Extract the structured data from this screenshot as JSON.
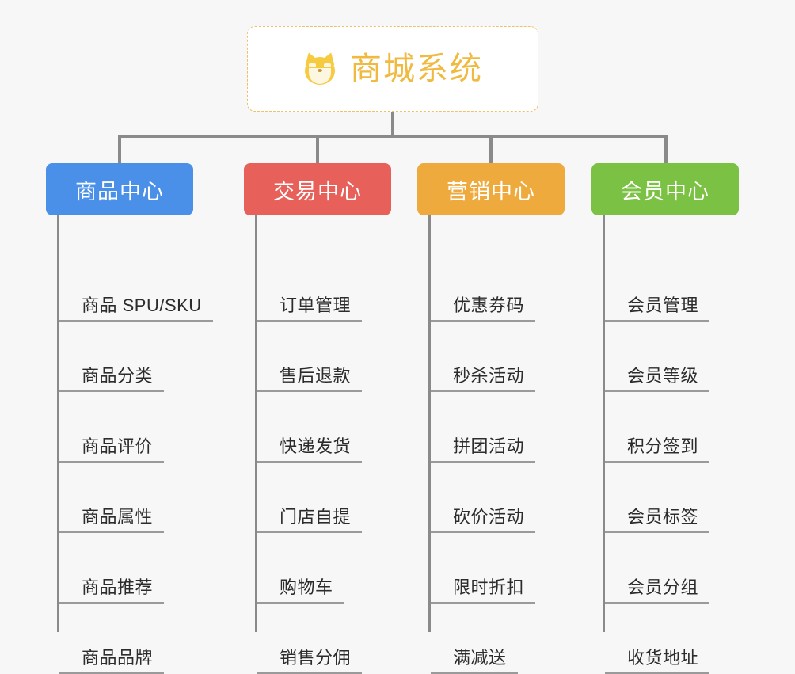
{
  "page": {
    "background_color": "#f7f7f7",
    "line_color": "#8a8a8a"
  },
  "root": {
    "icon": "shiba-dog-emoji",
    "emoji": "🐶",
    "title": "商城系统",
    "text_color": "#f0b93f",
    "border_color": "#eec06a",
    "background_color": "#ffffff"
  },
  "columns": [
    {
      "id": "product-center",
      "label": "商品中心",
      "color": "#4a90e8",
      "items": [
        "商品 SPU/SKU",
        "商品分类",
        "商品评价",
        "商品属性",
        "商品推荐",
        "商品品牌"
      ]
    },
    {
      "id": "trade-center",
      "label": "交易中心",
      "color": "#e8605a",
      "items": [
        "订单管理",
        "售后退款",
        "快递发货",
        "门店自提",
        "购物车",
        "销售分佣"
      ]
    },
    {
      "id": "marketing-center",
      "label": "营销中心",
      "color": "#eeaa3c",
      "items": [
        "优惠券码",
        "秒杀活动",
        "拼团活动",
        "砍价活动",
        "限时折扣",
        "满减送"
      ]
    },
    {
      "id": "member-center",
      "label": "会员中心",
      "color": "#7bc144",
      "items": [
        "会员管理",
        "会员等级",
        "积分签到",
        "会员标签",
        "会员分组",
        "收货地址"
      ]
    }
  ]
}
